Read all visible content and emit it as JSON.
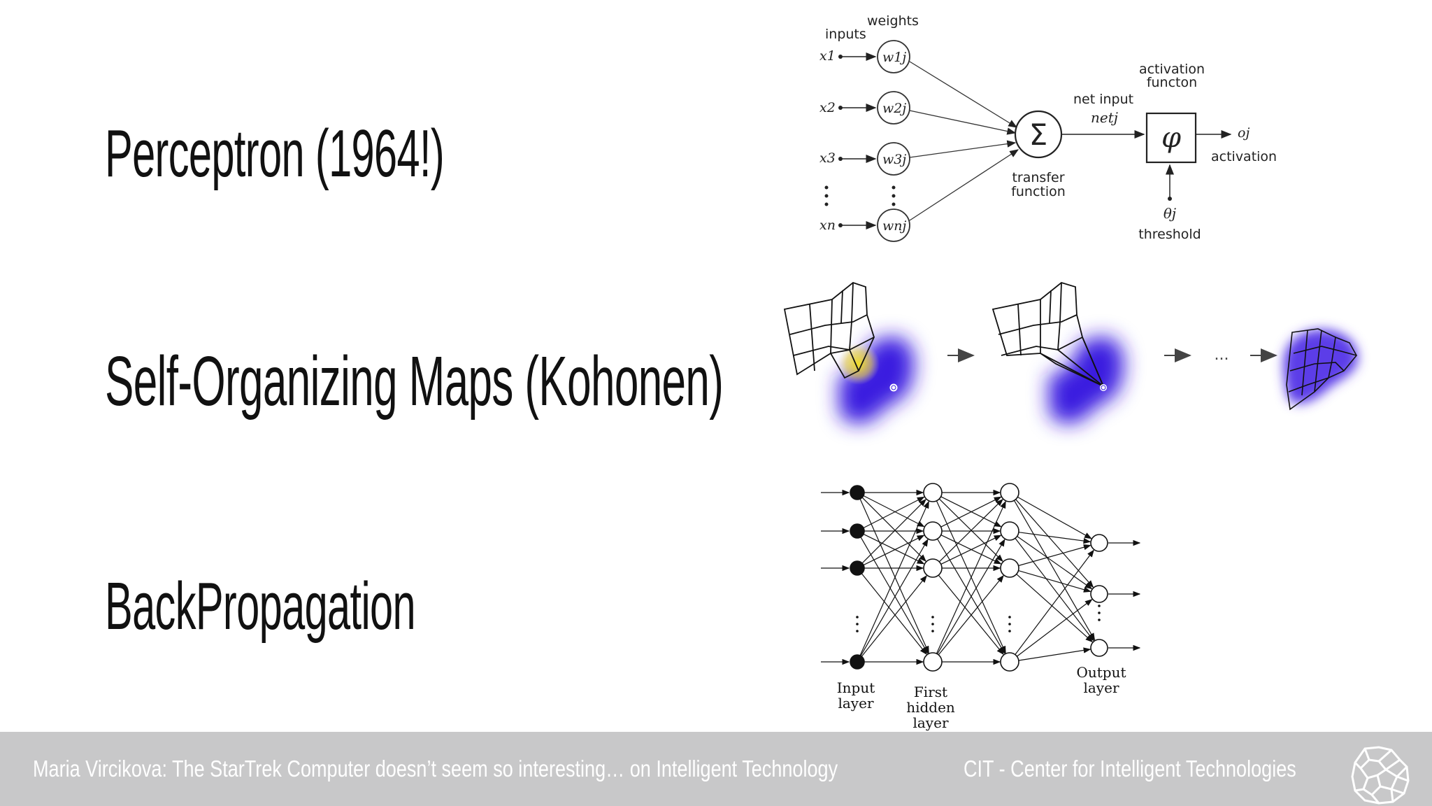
{
  "titles": {
    "perceptron": "Perceptron (1964!)",
    "som": "Self-Organizing Maps (Kohonen)",
    "backprop": "BackPropagation"
  },
  "perceptron_diagram": {
    "inputs_label": "inputs",
    "weights_label": "weights",
    "inputs": [
      "x1",
      "x2",
      "x3",
      "xn"
    ],
    "weights": [
      "w1j",
      "w2j",
      "w3j",
      "wnj"
    ],
    "sum_symbol": "Σ",
    "net_input_label": "net input",
    "net_label": "netj",
    "transfer_label_1": "transfer",
    "transfer_label_2": "function",
    "activation_function_label_1": "activation",
    "activation_function_label_2": "functon",
    "phi_symbol": "φ",
    "output_label": "oj",
    "activation_label": "activation",
    "theta_label": "θj",
    "threshold_label": "threshold"
  },
  "som_diagram": {
    "ellipsis": "..."
  },
  "backprop_diagram": {
    "input_layer_1": "Input",
    "input_layer_2": "layer",
    "hidden_layer_1": "First",
    "hidden_layer_2": "hidden",
    "hidden_layer_3": "layer",
    "output_layer_1": "Output",
    "output_layer_2": "layer"
  },
  "footer": {
    "left_text": "Maria Vircikova: The StarTrek Computer doesn’t seem so interesting… on Intelligent Technology",
    "right_text": "CIT - Center for Intelligent Technologies",
    "logo_icon": "cell-network-logo-icon"
  }
}
